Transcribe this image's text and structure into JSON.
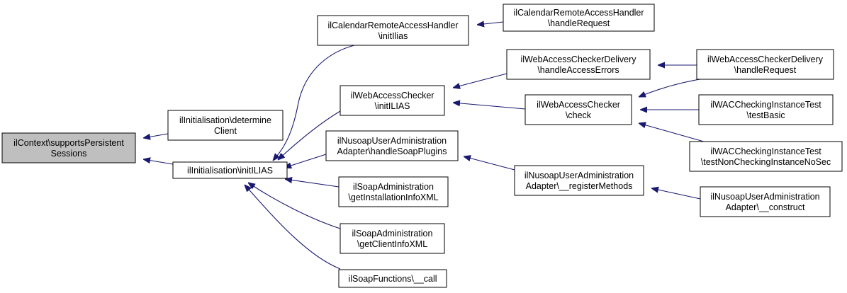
{
  "graph": {
    "colors": {
      "edge": "#191970",
      "root_fill": "#bfbfbf",
      "node_fill": "#ffffff",
      "border": "#000000"
    },
    "nodes": {
      "n0": [
        "ilContext\\supportsPersistent",
        "Sessions"
      ],
      "n1": [
        "ilInitialisation\\determine",
        "Client"
      ],
      "n2": [
        "ilInitialisation\\initILIAS"
      ],
      "n3": [
        "ilCalendarRemoteAccessHandler",
        "\\initIlias"
      ],
      "n4": [
        "ilWebAccessChecker",
        "\\initILIAS"
      ],
      "n5": [
        "ilNusoapUserAdministration",
        "Adapter\\handleSoapPlugins"
      ],
      "n6": [
        "ilSoapAdministration",
        "\\getInstallationInfoXML"
      ],
      "n7": [
        "ilSoapAdministration",
        "\\getClientInfoXML"
      ],
      "n8": [
        "ilSoapFunctions\\__call"
      ],
      "n9": [
        "ilCalendarRemoteAccessHandler",
        "\\handleRequest"
      ],
      "n10": [
        "ilWebAccessCheckerDelivery",
        "\\handleAccessErrors"
      ],
      "n11": [
        "ilWebAccessChecker",
        "\\check"
      ],
      "n12": [
        "ilNusoapUserAdministration",
        "Adapter\\__registerMethods"
      ],
      "n13": [
        "ilWebAccessCheckerDelivery",
        "\\handleRequest"
      ],
      "n14": [
        "ilWACCheckingInstanceTest",
        "\\testBasic"
      ],
      "n15": [
        "ilWACCheckingInstanceTest",
        "\\testNonCheckingInstanceNoSec"
      ],
      "n16": [
        "ilNusoapUserAdministration",
        "Adapter\\__construct"
      ]
    }
  }
}
